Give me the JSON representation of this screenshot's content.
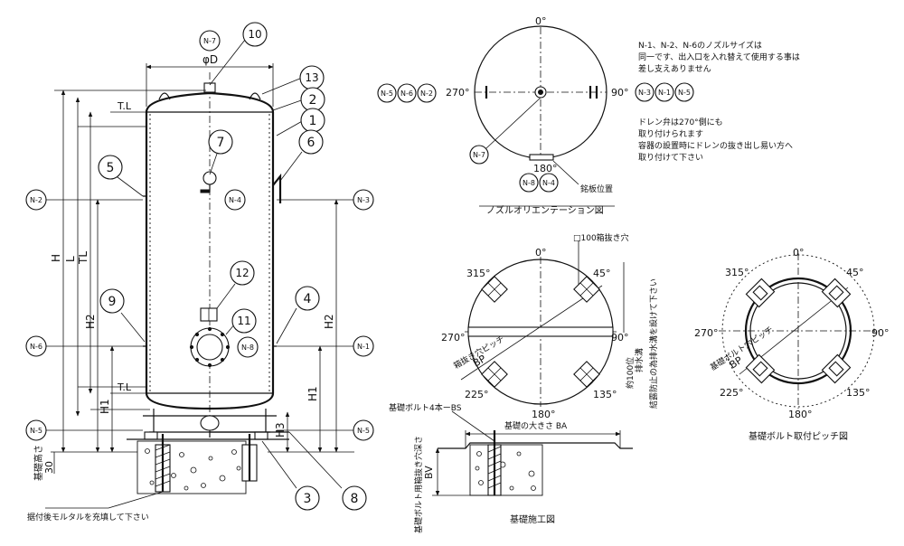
{
  "elevation": {
    "dimensions": {
      "od": "φD",
      "h": "H",
      "l": "L",
      "tl": "TL",
      "h2_left": "H2",
      "h2_right": "H2",
      "h1_left": "H1",
      "h1_right": "H1",
      "h3": "H3",
      "tl_top": "T.L",
      "tl_bottom": "T.L"
    },
    "nozzles": {
      "n7": "N-7",
      "n2": "N-2",
      "n3": "N-3",
      "n4": "N-4",
      "n6": "N-6",
      "n8": "N-8",
      "n1": "N-1",
      "n5_left": "N-5",
      "n5_right": "N-5"
    },
    "parts": {
      "p1": "1",
      "p2": "2",
      "p3": "3",
      "p4": "4",
      "p5": "5",
      "p6": "6",
      "p7": "7",
      "p8": "8",
      "p9": "9",
      "p10": "10",
      "p11": "11",
      "p12": "12",
      "p13": "13"
    },
    "base_height_label": "基礎高さ",
    "base_height_value": "30",
    "mortar_note": "据付後モルタルを充填して下さい"
  },
  "orientation": {
    "caption": "ノズルオリエンテーション図",
    "angles": {
      "a0": "0°",
      "a90": "90°",
      "a180": "180°",
      "a270": "270°"
    },
    "left_nozzles": [
      "N-5",
      "N-6",
      "N-2"
    ],
    "right_nozzles": [
      "N-3",
      "N-1",
      "N-5"
    ],
    "bottom_nozzles": [
      "N-8",
      "N-4"
    ],
    "center_nozzle": "N-7",
    "nameplate": "銘板位置",
    "note1": [
      "N-1、N-2、N-6のノズルサイズは",
      "同一です、出入口を入れ替えて使用する事は",
      "差し支えありません"
    ],
    "note2": [
      "ドレン弁は270°側にも",
      "取り付けられます",
      "容器の設置時にドレンの抜き出し易い方へ",
      "取り付けて下さい"
    ]
  },
  "foundation_plan": {
    "angles": {
      "a0": "0°",
      "a45": "45°",
      "a90": "90°",
      "a135": "135°",
      "a180": "180°",
      "a225": "225°",
      "a270": "270°",
      "a315": "315°"
    },
    "pocket_label": "□100箱抜き穴",
    "pitch_label": "箱抜き穴ピッチ",
    "bp": "BP",
    "drain_label": [
      "約100位",
      "排水溝"
    ],
    "side_note": "結露防止の為排水溝を設けて下さい"
  },
  "foundation_section": {
    "bolt_label": "基礎ボルト4本ーBS",
    "size_label": "基礎の大きさ BA",
    "bv_label": "基礎ボルト用箱抜き穴深さ",
    "bv": "BV",
    "caption": "基礎施工図"
  },
  "bolt_pitch": {
    "angles": {
      "a0": "0°",
      "a45": "45°",
      "a90": "90°",
      "a135": "135°",
      "a180": "180°",
      "a225": "225°",
      "a270": "270°",
      "a315": "315°"
    },
    "label": "基礎ボルト穴ピッチ",
    "bp": "BP",
    "caption": "基礎ボルト取付ピッチ図"
  }
}
